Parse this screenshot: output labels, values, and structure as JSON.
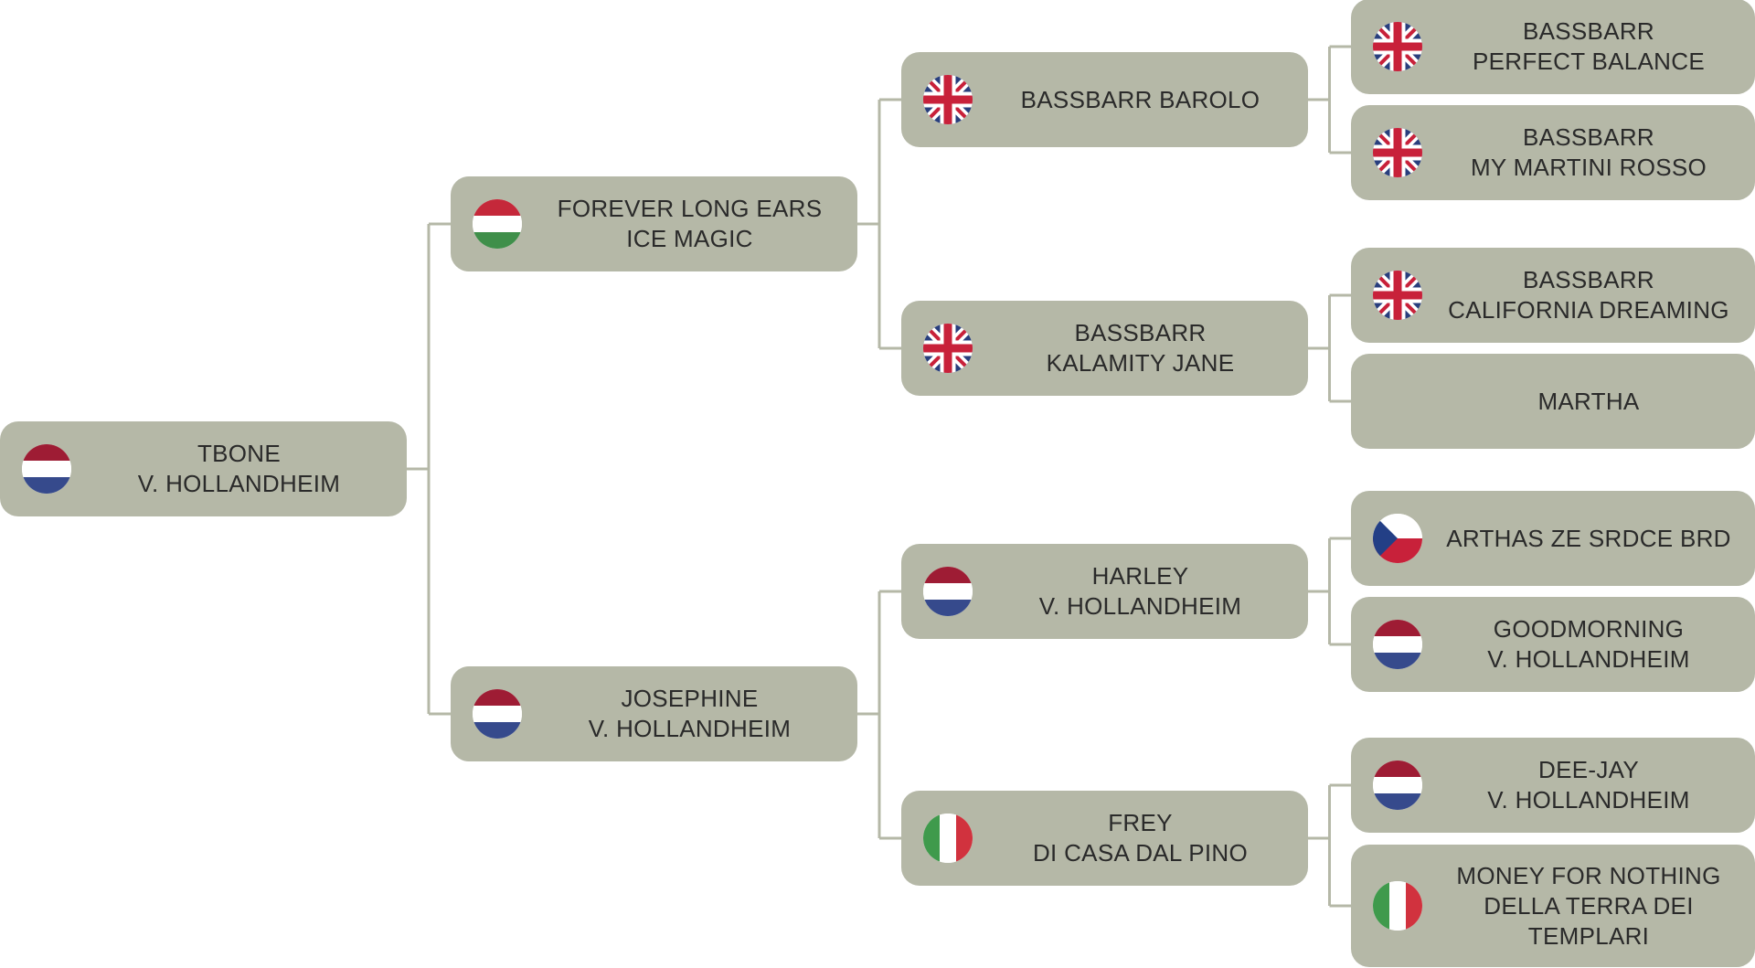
{
  "pedigree": {
    "nodes": [
      {
        "id": "n0",
        "lines": [
          "TBONE",
          "V. HOLLANDHEIM"
        ],
        "flag": "nl"
      },
      {
        "id": "n1",
        "lines": [
          "FOREVER LONG EARS",
          "ICE MAGIC"
        ],
        "flag": "hu"
      },
      {
        "id": "n2",
        "lines": [
          "JOSEPHINE",
          "V. HOLLANDHEIM"
        ],
        "flag": "nl"
      },
      {
        "id": "n3",
        "lines": [
          "BASSBARR BAROLO"
        ],
        "flag": "gb"
      },
      {
        "id": "n4",
        "lines": [
          "BASSBARR",
          "KALAMITY JANE"
        ],
        "flag": "gb"
      },
      {
        "id": "n5",
        "lines": [
          "HARLEY",
          "V. HOLLANDHEIM"
        ],
        "flag": "nl"
      },
      {
        "id": "n6",
        "lines": [
          "FREY",
          "DI CASA DAL PINO"
        ],
        "flag": "it"
      },
      {
        "id": "n7",
        "lines": [
          "BASSBARR",
          "PERFECT BALANCE"
        ],
        "flag": "gb"
      },
      {
        "id": "n8",
        "lines": [
          "BASSBARR",
          "MY MARTINI ROSSO"
        ],
        "flag": "gb"
      },
      {
        "id": "n9",
        "lines": [
          "BASSBARR",
          "CALIFORNIA DREAMING"
        ],
        "flag": "gb"
      },
      {
        "id": "n10",
        "lines": [
          "MARTHA"
        ],
        "flag": ""
      },
      {
        "id": "n11",
        "lines": [
          "ARTHAS ZE SRDCE BRD"
        ],
        "flag": "cz"
      },
      {
        "id": "n12",
        "lines": [
          "GOODMORNING",
          "V. HOLLANDHEIM"
        ],
        "flag": "nl"
      },
      {
        "id": "n13",
        "lines": [
          "DEE-JAY",
          "V. HOLLANDHEIM"
        ],
        "flag": "nl"
      },
      {
        "id": "n14",
        "lines": [
          "MONEY FOR NOTHING",
          "DELLA TERRA DEI",
          "TEMPLARI"
        ],
        "flag": "it"
      }
    ],
    "flag_icons": {
      "nl": "netherlands-flag-icon",
      "hu": "hungary-flag-icon",
      "gb": "uk-flag-icon",
      "it": "italy-flag-icon",
      "cz": "czech-flag-icon"
    },
    "colors": {
      "node_fill": "#b5b8a7",
      "connector": "#b5b8a7",
      "text": "#2a2a2a"
    }
  }
}
